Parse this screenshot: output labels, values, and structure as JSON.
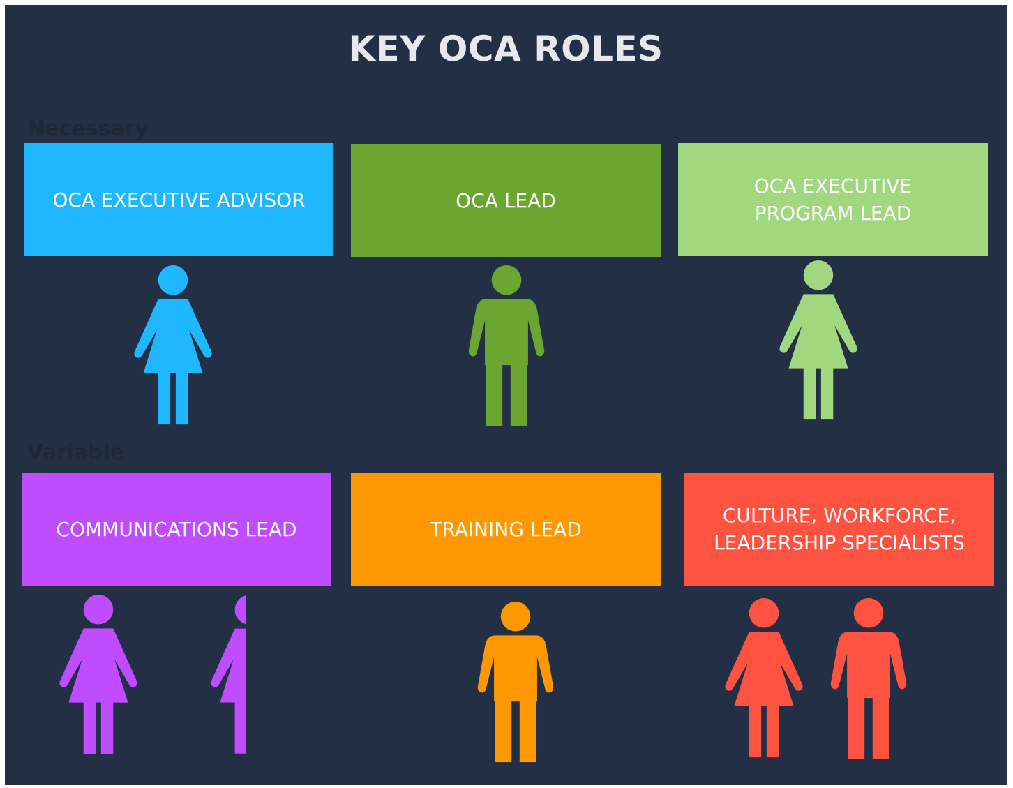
{
  "title": "KEY OCA ROLES",
  "sections": {
    "necessary": "Necessary",
    "variable": "Variable"
  },
  "roles": [
    {
      "label": "OCA EXECUTIVE ADVISOR",
      "color": "#1fb7ff",
      "figures": [
        "female"
      ]
    },
    {
      "label": "OCA LEAD",
      "color": "#6ba730",
      "figures": [
        "male"
      ]
    },
    {
      "label": "OCA EXECUTIVE\nPROGRAM LEAD",
      "color": "#a1d77e",
      "figures": [
        "female"
      ]
    },
    {
      "label": "COMMUNICATIONS LEAD",
      "color": "#c04cff",
      "figures": [
        "female",
        "female-cropped"
      ]
    },
    {
      "label": "TRAINING LEAD",
      "color": "#ff9700",
      "figures": [
        "male"
      ]
    },
    {
      "label": "CULTURE, WORKFORCE,\nLEADERSHIP SPECIALISTS",
      "color": "#ff5341",
      "figures": [
        "female",
        "male"
      ]
    }
  ]
}
